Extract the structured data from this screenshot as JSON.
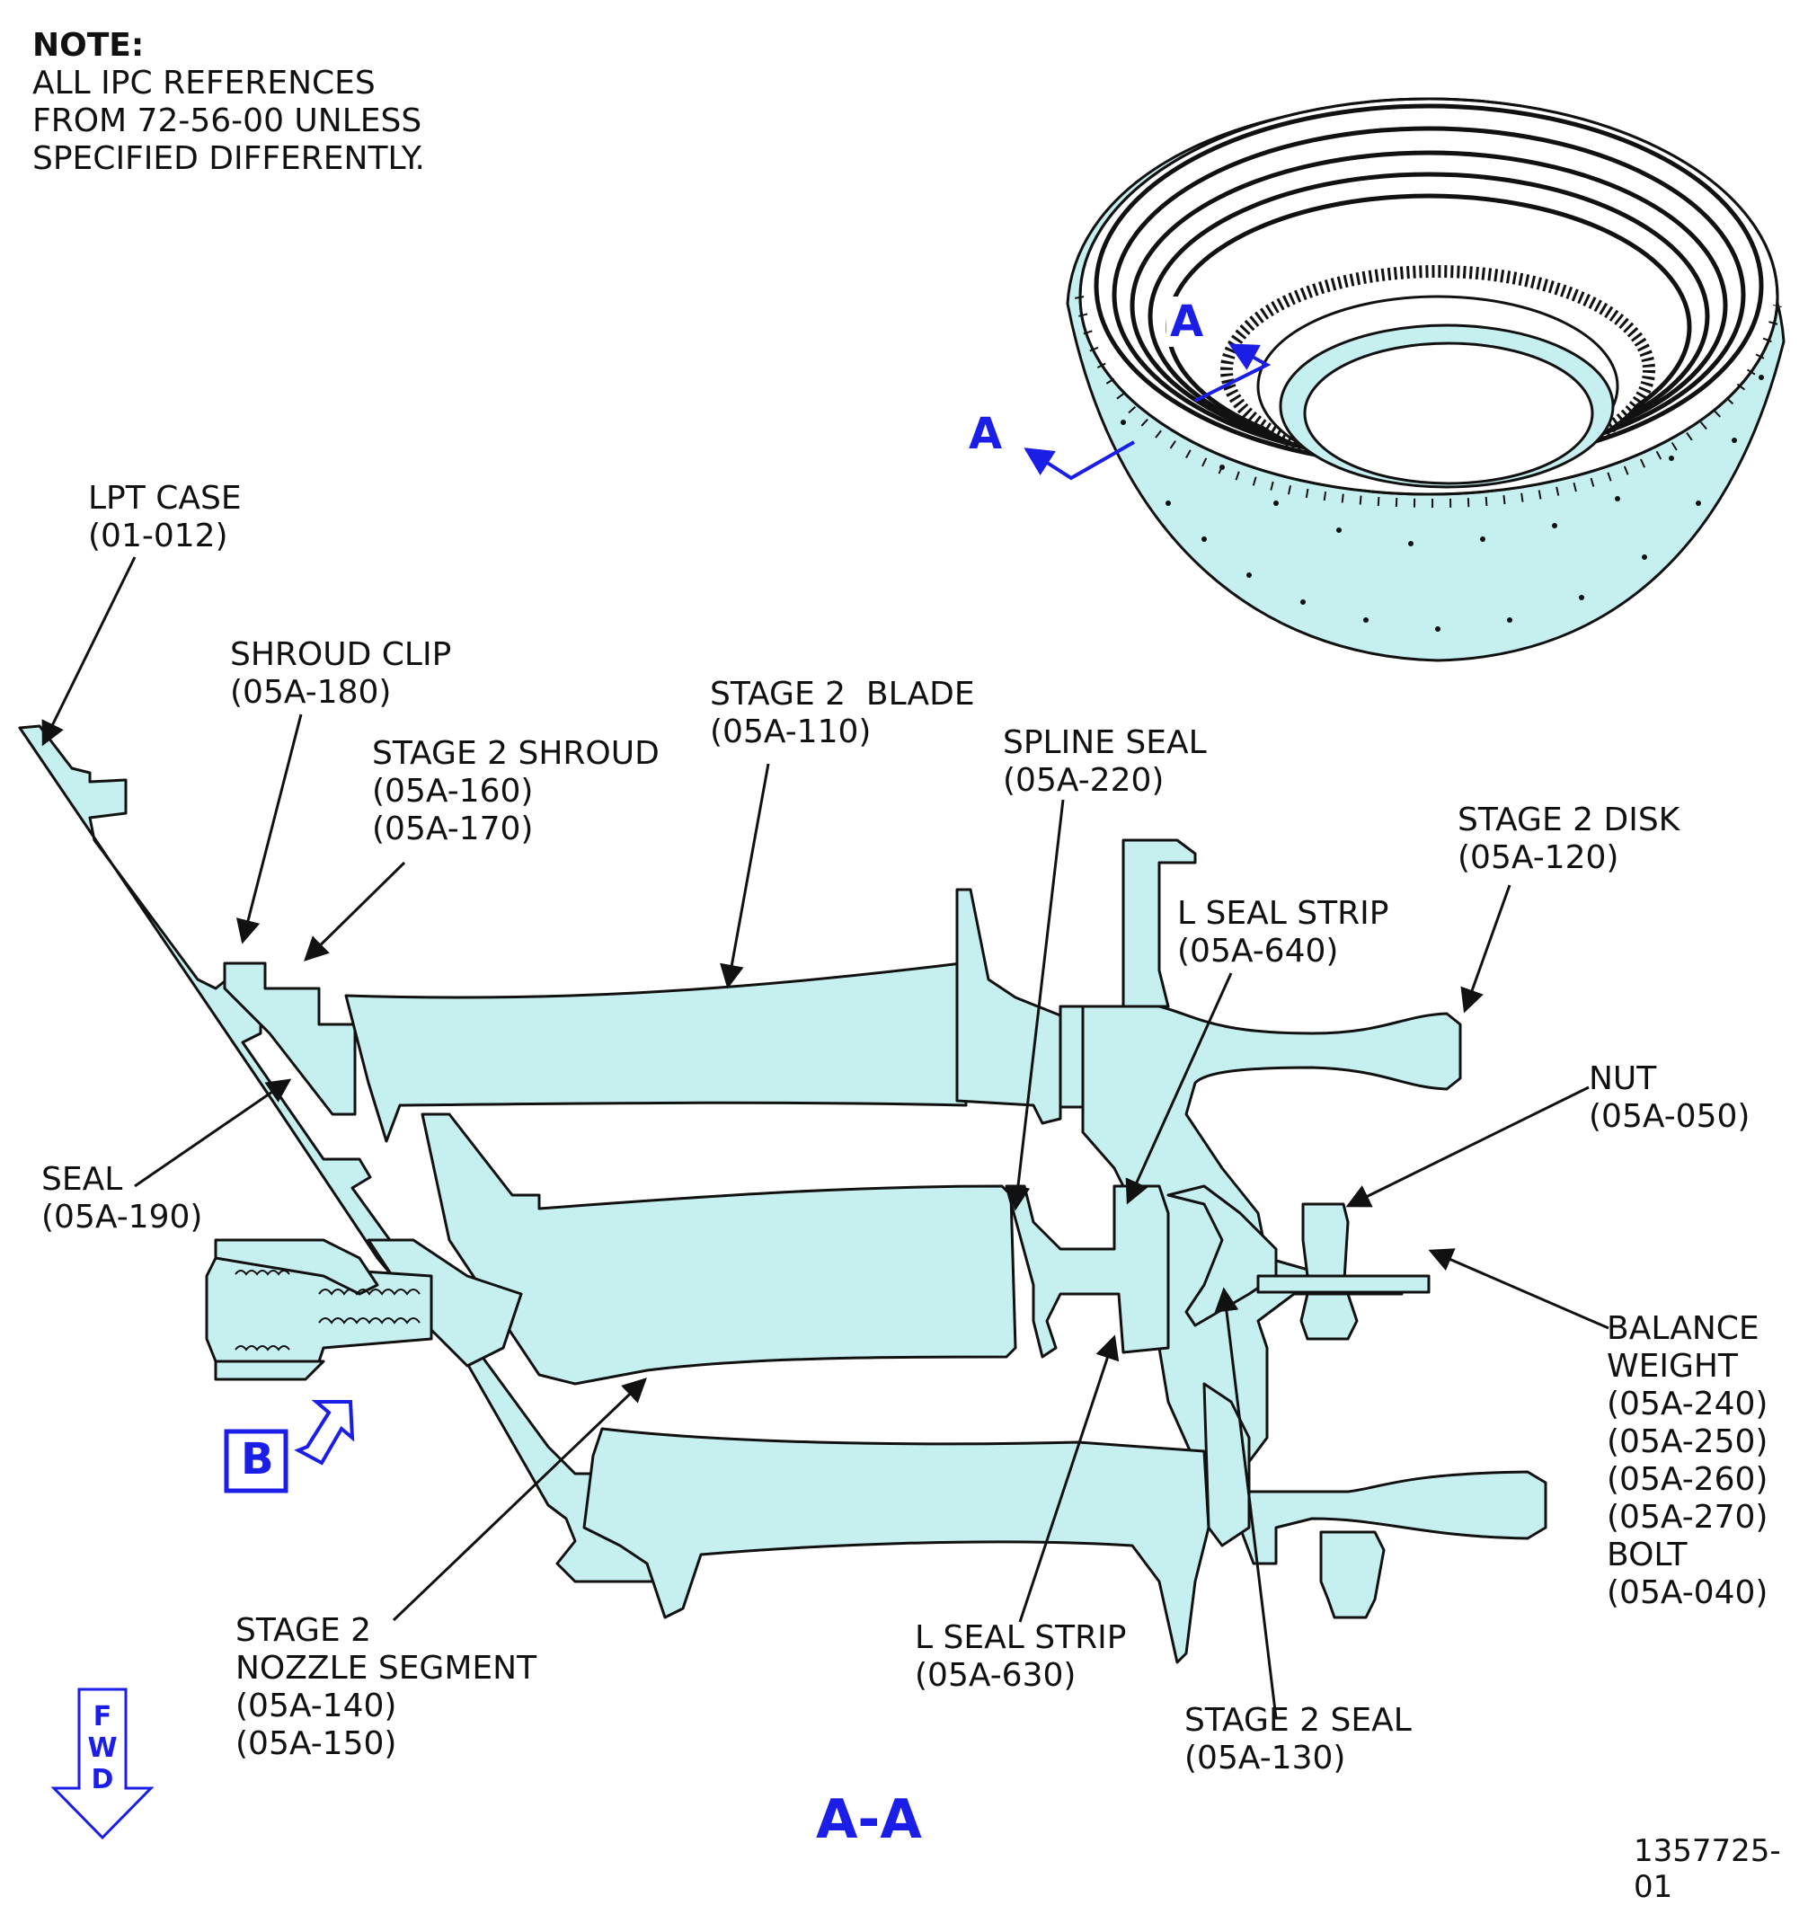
{
  "note": {
    "title": "NOTE:",
    "lines": [
      "ALL IPC REFERENCES",
      "FROM 72-56-00 UNLESS",
      "SPECIFIED DIFFERENTLY."
    ]
  },
  "labels": [
    {
      "id": "lpt-case",
      "lines": [
        "LPT CASE",
        "(01-012)"
      ]
    },
    {
      "id": "shroud-clip",
      "lines": [
        "SHROUD CLIP",
        "(05A-180)"
      ]
    },
    {
      "id": "stage2-shroud",
      "lines": [
        "STAGE 2 SHROUD",
        "(05A-160)",
        "(05A-170)"
      ]
    },
    {
      "id": "stage2-blade",
      "lines": [
        "STAGE 2  BLADE",
        "(05A-110)"
      ]
    },
    {
      "id": "spline-seal",
      "lines": [
        "SPLINE SEAL",
        "(05A-220)"
      ]
    },
    {
      "id": "stage2-disk",
      "lines": [
        "STAGE 2 DISK",
        "(05A-120)"
      ]
    },
    {
      "id": "l-seal-strip-640",
      "lines": [
        "L SEAL STRIP",
        "(05A-640)"
      ]
    },
    {
      "id": "nut",
      "lines": [
        "NUT",
        "(05A-050)"
      ]
    },
    {
      "id": "seal",
      "lines": [
        "SEAL",
        "(05A-190)"
      ]
    },
    {
      "id": "balance-weight",
      "lines": [
        "BALANCE",
        "WEIGHT",
        "(05A-240)",
        "(05A-250)",
        "(05A-260)",
        "(05A-270)",
        "BOLT",
        "(05A-040)"
      ]
    },
    {
      "id": "stage2-nozzle",
      "lines": [
        "STAGE 2",
        "NOZZLE SEGMENT",
        "(05A-140)",
        "(05A-150)"
      ]
    },
    {
      "id": "l-seal-strip-630",
      "lines": [
        "L SEAL STRIP",
        "(05A-630)"
      ]
    },
    {
      "id": "stage2-seal",
      "lines": [
        "STAGE 2 SEAL",
        "(05A-130)"
      ]
    }
  ],
  "view_markers": {
    "section_a_1": "A",
    "section_a_2": "A",
    "detail_b": "B"
  },
  "section_title": "A-A",
  "fwd_letters": [
    "F",
    "W",
    "D"
  ],
  "figure_number": "1357725-01",
  "colors": {
    "part_fill": "#c6eff0",
    "outline": "#111111",
    "callout_blue": "#1a1ee6"
  }
}
